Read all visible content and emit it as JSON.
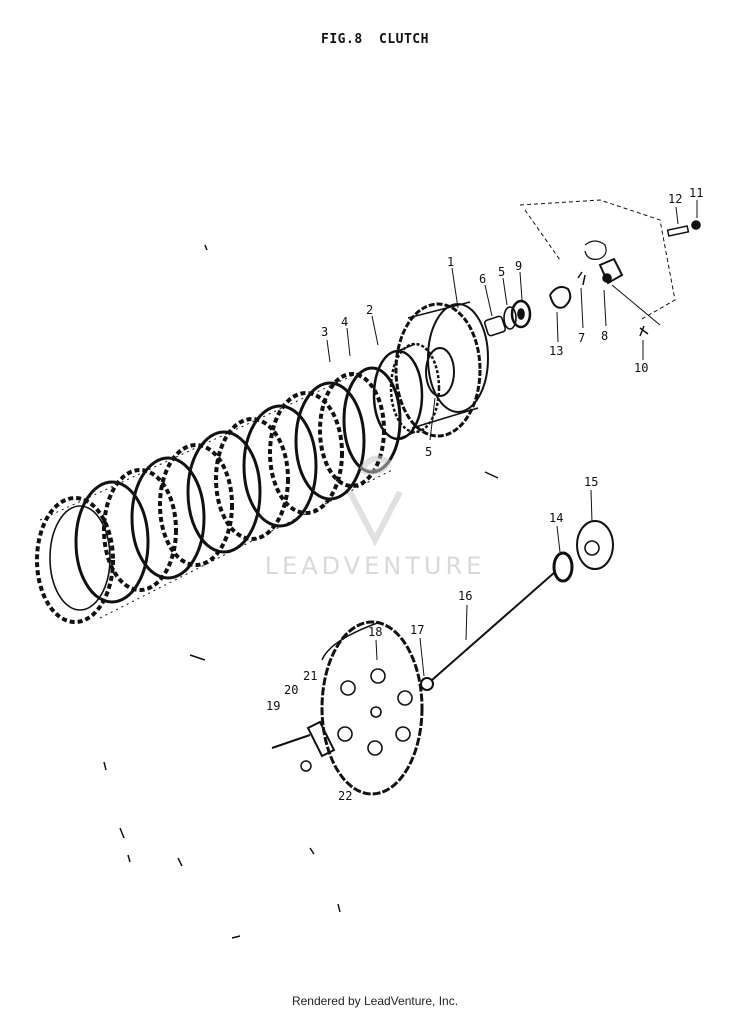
{
  "header": {
    "fig_label": "FIG.8",
    "title": "CLUTCH"
  },
  "callouts": [
    "1",
    "2",
    "3",
    "4",
    "5",
    "6",
    "5",
    "9",
    "12",
    "11",
    "13",
    "7",
    "8",
    "10",
    "15",
    "14",
    "16",
    "17",
    "18",
    "21",
    "20",
    "19",
    "22"
  ],
  "watermark": {
    "text": "LEADVENTURE"
  },
  "footer": {
    "text": "Rendered by LeadVenture, Inc."
  },
  "colors": {
    "ink": "#111111",
    "watermark": "#aaaaaa"
  }
}
